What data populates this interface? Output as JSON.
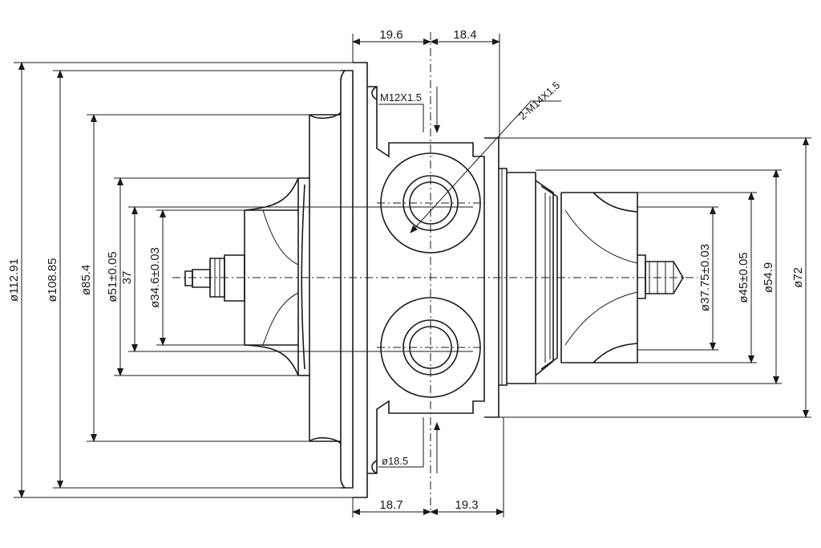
{
  "dimensions": {
    "d112_91": "ø112.91",
    "d108_85": "ø108.85",
    "d85_4": "ø85.4",
    "d51": "ø51±0.05",
    "l37": "37",
    "d34_6": "ø34.6±0.03",
    "d37_75": "ø37.75±0.03",
    "d45": "ø45±0.05",
    "d54_9": "ø54.9",
    "d72": "ø72",
    "top_left": "19.6",
    "top_right": "18.4",
    "bottom_left": "18.7",
    "bottom_right": "19.3",
    "thread_main": "M12X1.5",
    "thread_dual": "2-M14X1.5",
    "hole_diameter": "ø18.5"
  }
}
